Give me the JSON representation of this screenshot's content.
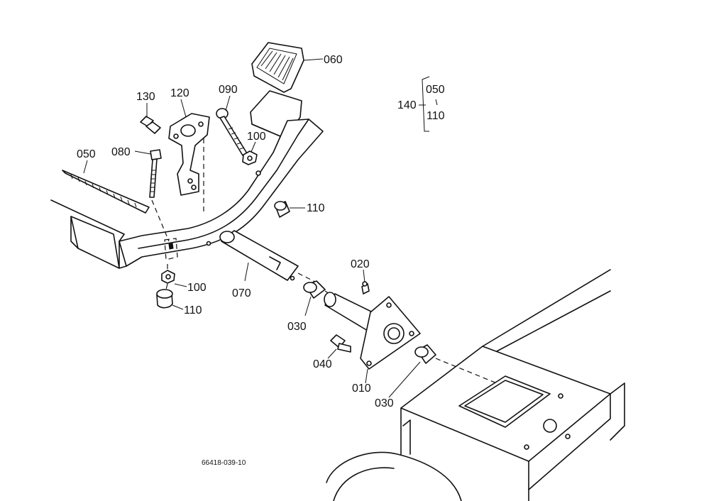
{
  "labels": {
    "p060": "060",
    "p090": "090",
    "p120": "120",
    "p130": "130",
    "p100a": "100",
    "p080": "080",
    "p050": "050",
    "p110a": "110",
    "p100b": "100",
    "p110b": "110",
    "p070": "070",
    "p020": "020",
    "p030a": "030",
    "p040": "040",
    "p010": "010",
    "p030b": "030",
    "p140": "140",
    "p140_050": "050",
    "p140_110": "110"
  },
  "drawing_code": "66418-039-10"
}
